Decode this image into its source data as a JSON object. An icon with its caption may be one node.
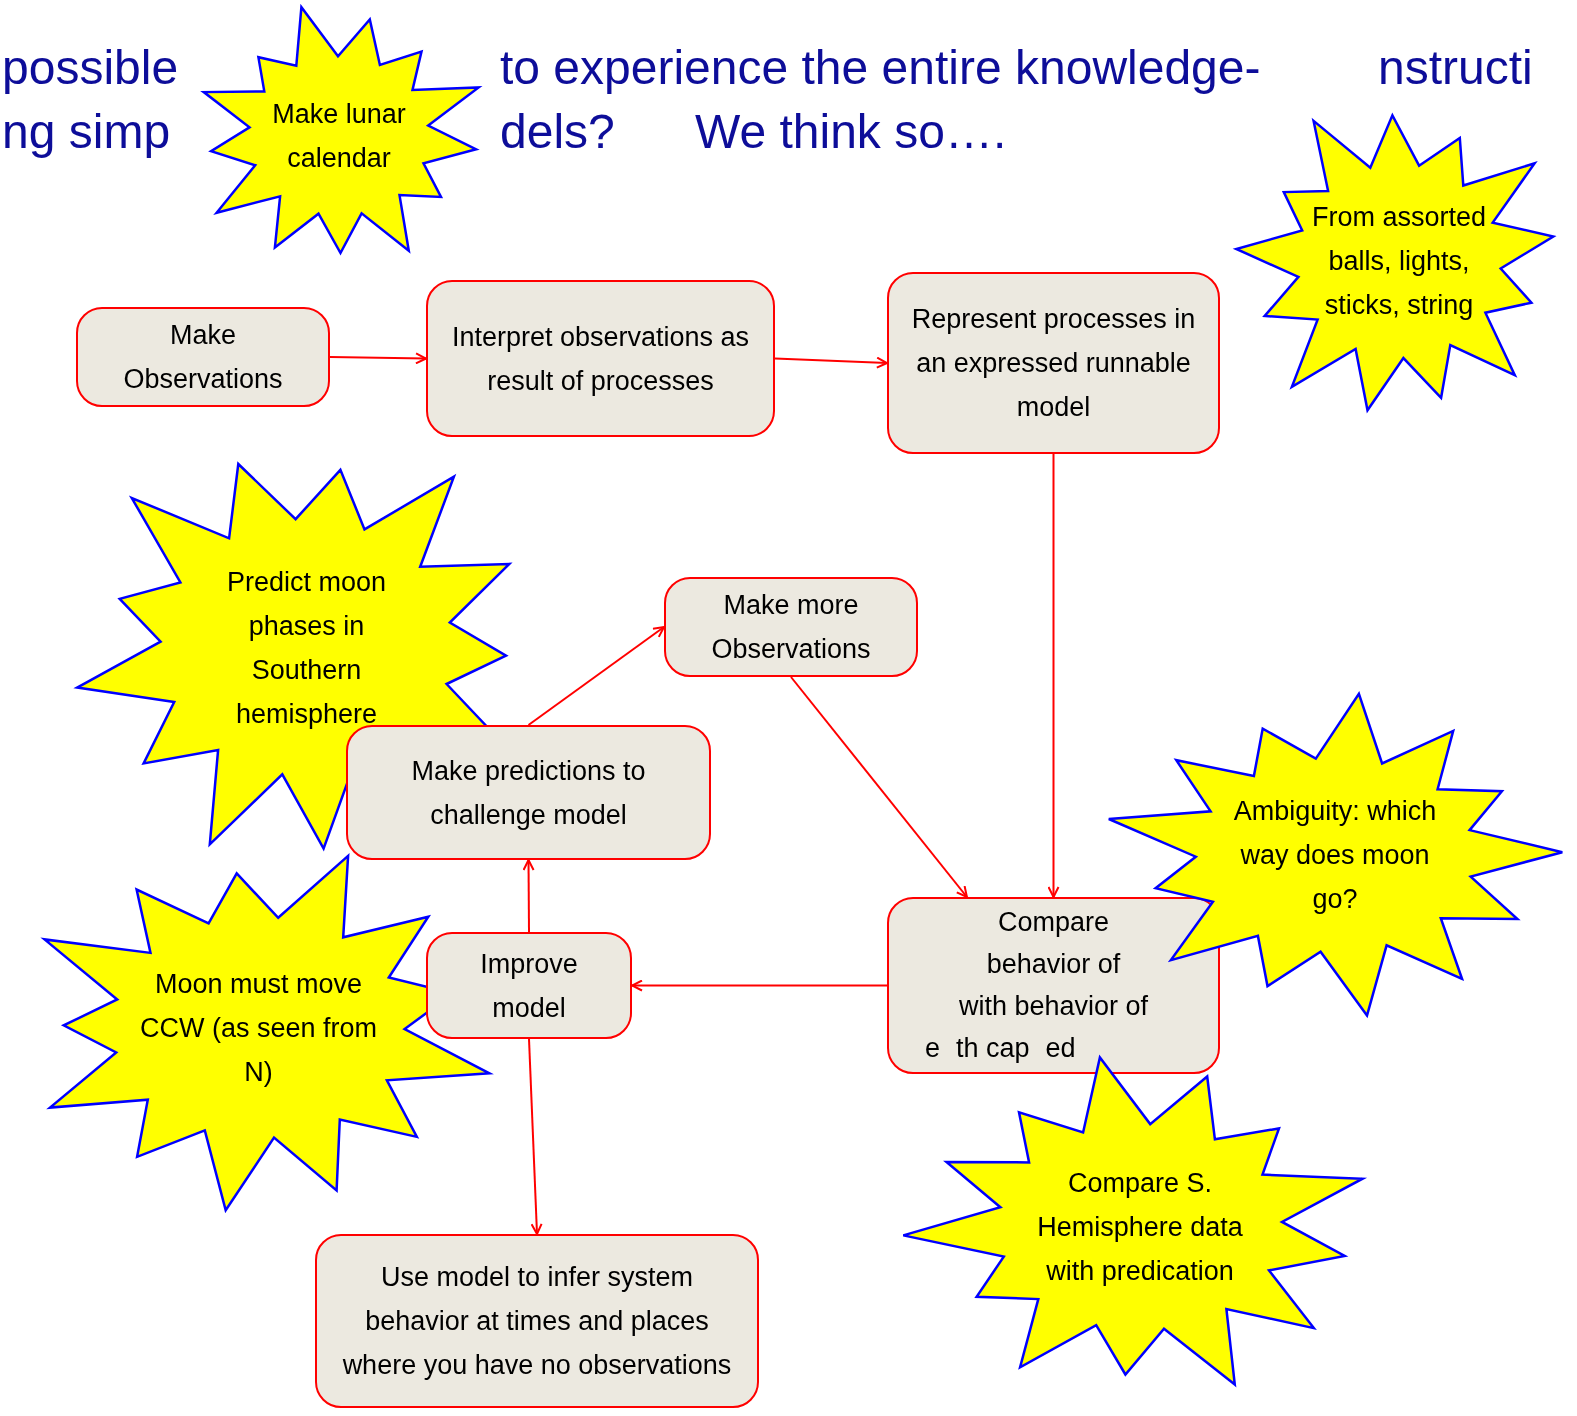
{
  "diagram": {
    "nodes": [
      {
        "text": [
          "Make Observations"
        ]
      },
      {
        "text": [
          "Interpret observations as result of processes"
        ]
      },
      {
        "text": [
          "Represent processes in an expressed runnable model"
        ]
      },
      {
        "text": [
          "Make more Observations"
        ]
      },
      {
        "text": [
          "Make predictions to challenge model"
        ]
      },
      {
        "text": [
          "Improve model"
        ]
      },
      {
        "text": [
          "Compare",
          "behavior of",
          "with behavior of",
          "e",
          "th cap",
          "ed"
        ]
      },
      {
        "text": [
          "Use model to infer system behavior at times and places where you have no observations"
        ]
      },
      {
        "text": [
          "Make lunar calendar"
        ]
      },
      {
        "text": [
          "From assorted balls, lights, sticks, string"
        ]
      },
      {
        "text": [
          "Predict moon phases in Southern hemisphere"
        ]
      },
      {
        "text": [
          "Moon must move CCW (as seen from N)"
        ]
      },
      {
        "text": [
          "Ambiguity: which way does moon go?"
        ]
      },
      {
        "text": [
          "Compare S. Hemisphere data with predication"
        ]
      }
    ],
    "edges": [
      {
        "from": 0,
        "to": 1,
        "arrow": "to"
      },
      {
        "from": 1,
        "to": 2,
        "arrow": "to"
      },
      {
        "from": 2,
        "to": 6,
        "arrow": "to"
      },
      {
        "from": 3,
        "to": 6,
        "arrow": "to"
      },
      {
        "from": 4,
        "to": 3,
        "arrow": "to"
      },
      {
        "from": 6,
        "to": 5,
        "arrow": "to"
      },
      {
        "from": 5,
        "to": 4,
        "arrow": "to"
      },
      {
        "from": 5,
        "to": 7,
        "arrow": "to"
      }
    ],
    "labels": [
      "possible",
      "to experience the entire knowledge-",
      "nstructi",
      "ng simp",
      "dels?",
      "We think so…."
    ]
  }
}
